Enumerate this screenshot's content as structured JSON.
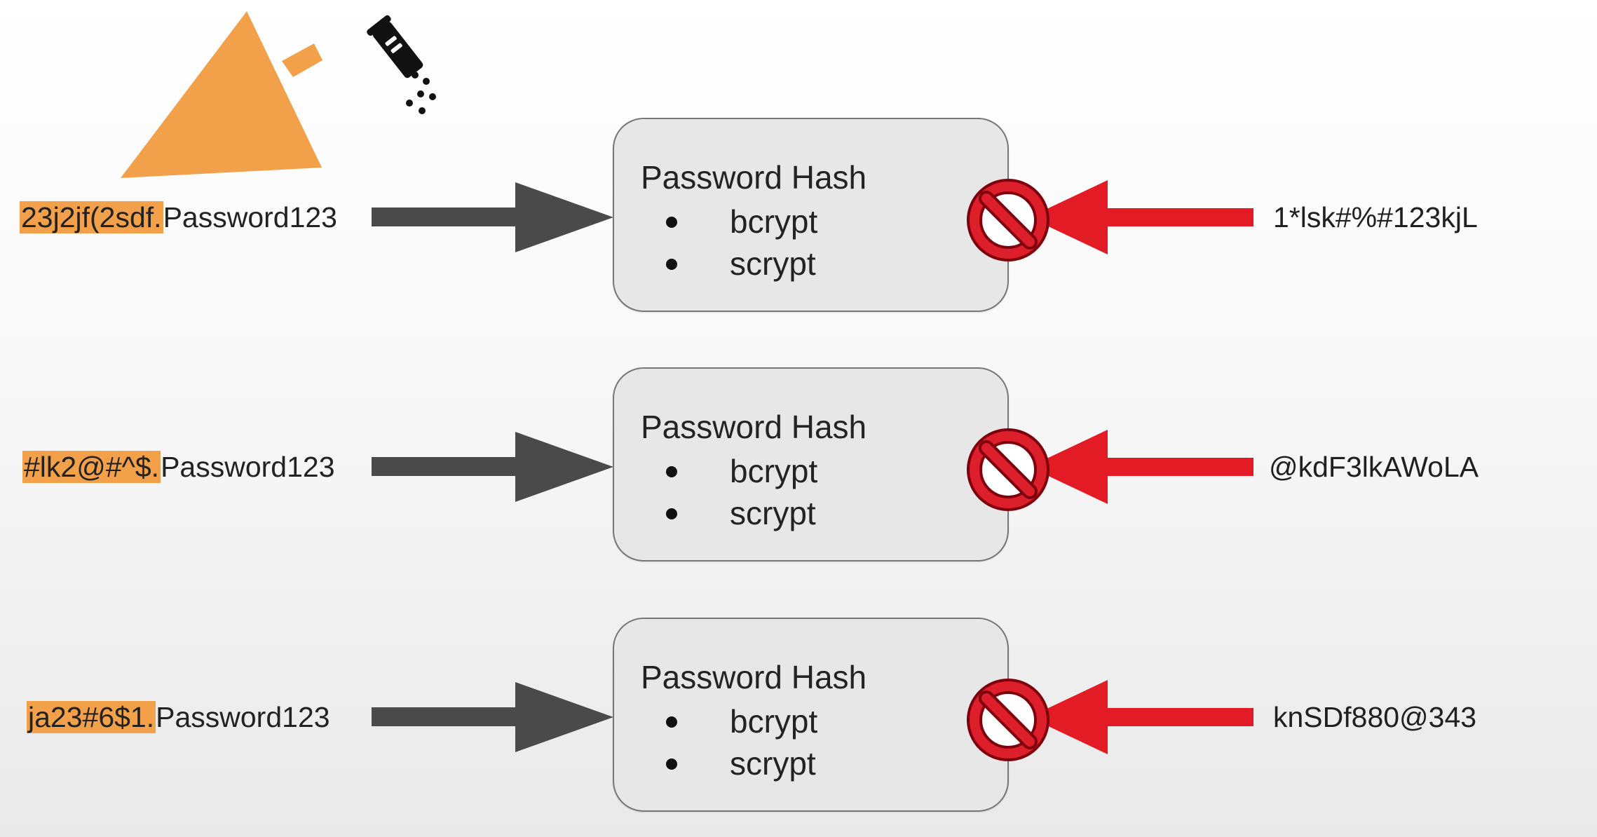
{
  "rows": [
    {
      "salt": "23j2jf(2sdf.",
      "password": "Password123",
      "hash_title": "Password Hash",
      "algorithms": [
        "bcrypt",
        "scrypt"
      ],
      "attempt": "1*lsk#%#123kjL"
    },
    {
      "salt": "#lk2@#^$.",
      "password": "Password123",
      "hash_title": "Password Hash",
      "algorithms": [
        "bcrypt",
        "scrypt"
      ],
      "attempt": "@kdF3lkAWoLA"
    },
    {
      "salt": "ja23#6$1.",
      "password": "Password123",
      "hash_title": "Password Hash",
      "algorithms": [
        "bcrypt",
        "scrypt"
      ],
      "attempt": "knSDf880@343"
    }
  ],
  "icons": {
    "pointer": "orange-pointer-icon",
    "salt": "salt-shaker-icon",
    "blocked": "prohibited-icon"
  },
  "colors": {
    "salt_highlight": "#f2a14a",
    "arrow_gray": "#4a4a4a",
    "arrow_red": "#e31b25",
    "hash_box_fill": "#e7e7e7",
    "hash_box_border": "#767676"
  }
}
